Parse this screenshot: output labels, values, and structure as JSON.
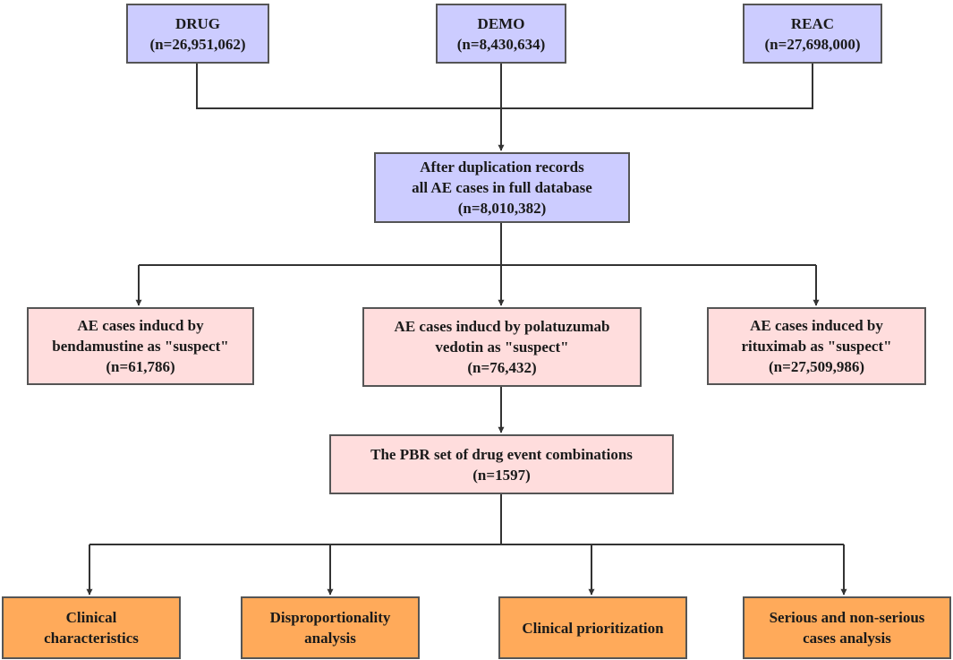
{
  "colors": {
    "source_fill": "#ccccff",
    "case_fill": "#ffdddd",
    "analysis_fill": "#ffaa5a",
    "border": "#555555",
    "connector": "#333333"
  },
  "sources": [
    {
      "name": "DRUG",
      "count": "(n=26,951,062)"
    },
    {
      "name": "DEMO",
      "count": "(n=8,430,634)"
    },
    {
      "name": "REAC",
      "count": "(n=27,698,000)"
    }
  ],
  "dedup": {
    "line1": "After duplication records",
    "line2": "all AE cases in full database",
    "count": "(n=8,010,382)"
  },
  "suspect_cases": [
    {
      "line1": "AE cases inducd by",
      "line2": "bendamustine as \"suspect\"",
      "count": "(n=61,786)"
    },
    {
      "line1": "AE cases inducd by polatuzumab",
      "line2": "vedotin as \"suspect\"",
      "count": "(n=76,432)"
    },
    {
      "line1": "AE cases induced by",
      "line2": "rituximab as \"suspect\"",
      "count": "(n=27,509,986)"
    }
  ],
  "pbr": {
    "line1": "The PBR set of drug event combinations",
    "count": "(n=1597)"
  },
  "analyses": [
    {
      "line1": "Clinical",
      "line2": "characteristics"
    },
    {
      "line1": "Disproportionality",
      "line2": "analysis"
    },
    {
      "line1": "Clinical prioritization",
      "line2": ""
    },
    {
      "line1": "Serious and non-serious",
      "line2": "cases analysis"
    }
  ]
}
